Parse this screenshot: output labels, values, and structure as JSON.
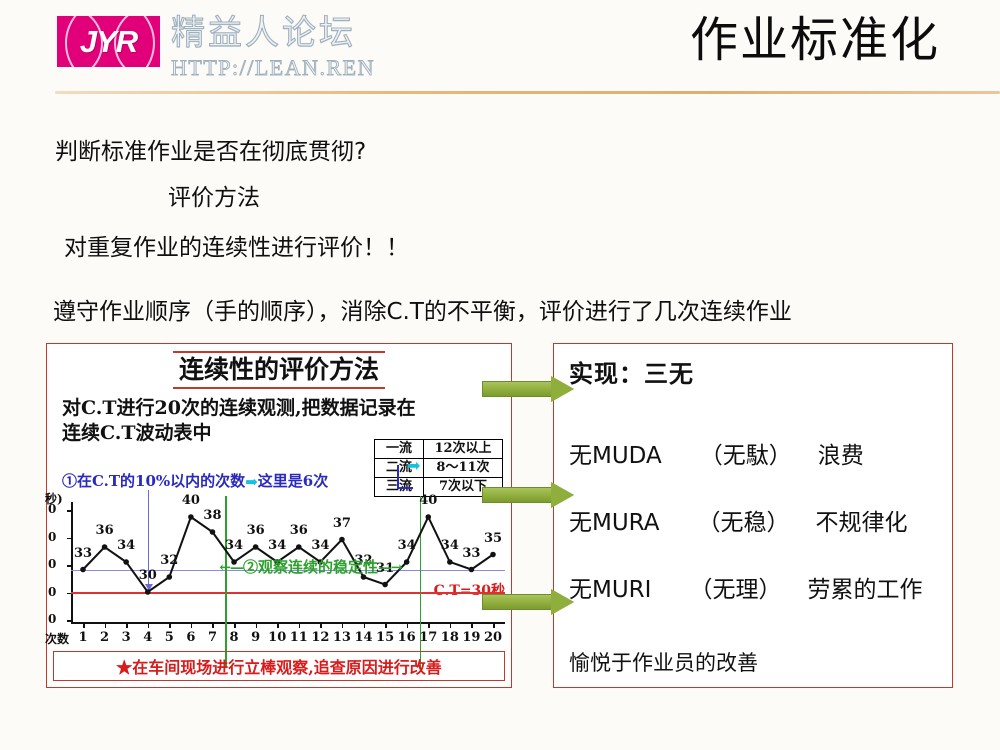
{
  "header": {
    "logo_badge_text": "JYR",
    "logo_cn": "精益人论坛",
    "logo_url": "HTTP://LEAN.REN",
    "title": "作业标准化",
    "brand_color": "#e2007a",
    "rule_color": "#e0ab68"
  },
  "body_lines": {
    "line1": "判断标准作业是否在彻底贯彻?",
    "line2": "评价方法",
    "line3": "对重复作业的连续性进行评价！！",
    "line4": "遵守作业顺序（手的顺序），消除C.T的不平衡，评价进行了几次连续作业"
  },
  "left_panel": {
    "title": "连续性的评价方法",
    "subtitle_line1": "对C.T进行20次的连续观测,把数据记录在",
    "subtitle_line2": "连续C.T波动表中",
    "rank_table": {
      "rows": [
        {
          "rank": "一流",
          "criteria": "12次以上"
        },
        {
          "rank": "二流",
          "criteria": "8～11次"
        },
        {
          "rank": "三流",
          "criteria": "7次以下"
        }
      ]
    },
    "note1": "①在C.T的10%以内的次数",
    "note1_result": "这里是6次",
    "note2": "②观察连续的稳定性",
    "ct_note": "C.T=30秒",
    "bottom_note": "★在车间现场进行立棒观察,追查原因进行改善",
    "accent_red": "#c0392b",
    "accent_blue": "#2a2ac0",
    "accent_green": "#2ea02e"
  },
  "chart_data": {
    "type": "line",
    "title": "连续C.T波动表",
    "xlabel": "次数",
    "ylabel": "秒)",
    "x": [
      1,
      2,
      3,
      4,
      5,
      6,
      7,
      8,
      9,
      10,
      11,
      12,
      13,
      14,
      15,
      16,
      17,
      18,
      19,
      20
    ],
    "xticklabels": [
      "1",
      "2",
      "3",
      "4",
      "5",
      "6",
      "7",
      "8",
      "9",
      "10",
      "11",
      "12",
      "13",
      "14",
      "15",
      "16",
      "17",
      "18",
      "19",
      "20"
    ],
    "values": [
      33,
      36,
      34,
      30,
      32,
      40,
      38,
      34,
      36,
      34,
      36,
      34,
      37,
      32,
      31,
      34,
      40,
      34,
      33,
      35
    ],
    "yticklabels": [
      "0",
      "0",
      "0",
      "0",
      "0"
    ],
    "ylim": [
      26,
      42
    ],
    "grid": false,
    "reference_lines": [
      {
        "name": "C.T=30秒",
        "value": 30,
        "color": "#e03030"
      },
      {
        "name": "10%以内上限",
        "value": 33,
        "color": "#8a8ae0"
      }
    ],
    "markers": [
      {
        "name": "blue-marker-line",
        "x": 4,
        "color": "#6a6ad8"
      },
      {
        "name": "green-range-start",
        "x": 7.6,
        "color": "#2ea02e"
      },
      {
        "name": "green-range-end",
        "x": 16.6,
        "color": "#2ea02e"
      }
    ],
    "annotations": [
      {
        "text": "①在C.T的10%以内的次数 ➡ 这里是6次",
        "color": "#2a2ac0"
      },
      {
        "text": "②观察连续的稳定性",
        "color": "#2ea02e"
      },
      {
        "text": "C.T=30秒",
        "color": "#d81c1c"
      }
    ]
  },
  "right_panel": {
    "heading": "实现：三无",
    "rows": [
      {
        "term": "无MUDA",
        "jp": "（无駄）",
        "cn": "浪费"
      },
      {
        "term": "无MURA",
        "jp": "（无稳）",
        "cn": "不规律化"
      },
      {
        "term": "无MURI",
        "jp": "（无理）",
        "cn": "劳累的工作"
      }
    ],
    "footer": "愉悦于作业员的改善"
  },
  "arrows": {
    "count": 3,
    "color": "#8fae3c"
  }
}
